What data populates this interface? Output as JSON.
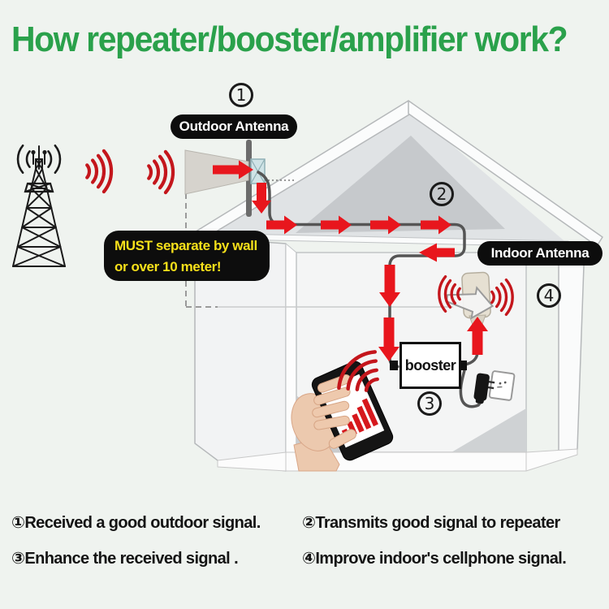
{
  "title": "How repeater/booster/amplifier work?",
  "badges": {
    "outdoor_antenna": "Outdoor Antenna",
    "indoor_antenna": "Indoor Antenna",
    "booster": "booster",
    "warning_line1": "MUST separate by wall",
    "warning_line2": "or over 10 meter!"
  },
  "step_markers": {
    "s1": "1",
    "s2": "2",
    "s3": "3",
    "s4": "4"
  },
  "captions": {
    "c1": "①Received a good outdoor signal.",
    "c2": "②Transmits good signal to repeater",
    "c3": "③Enhance the received signal .",
    "c4": "④Improve indoor's cellphone signal."
  },
  "colors": {
    "title_green": "#2aa14b",
    "arrow_red": "#e8161d",
    "wave_red": "#c4161c",
    "warning_yellow": "#f6e01a",
    "label_black": "#0d0d0d"
  }
}
